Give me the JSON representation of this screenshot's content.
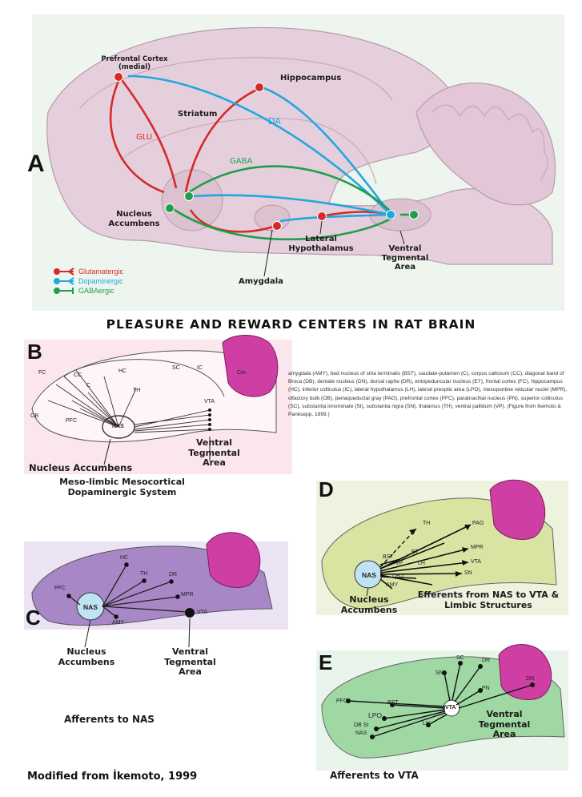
{
  "title": "PLEASURE AND REWARD CENTERS IN RAT BRAIN",
  "credit": "Modified from İkemoto, 1999",
  "colors": {
    "glutamatergic": "#d42a2a",
    "dopaminergic": "#1fa8df",
    "gabaergic": "#1f9e4c"
  },
  "panel_a": {
    "letter": "A",
    "labels": {
      "pfc": "Prefrontal Cortex\n(medial)",
      "hippocampus": "Hippocampus",
      "striatum": "Striatum",
      "da": "DA",
      "glu": "GLU",
      "gaba": "GABA",
      "nac": "Nucleus\nAccumbens",
      "lh": "Lateral\nHypothalamus",
      "amygdala": "Amygdala",
      "vta": "Ventral\nTegmental\nArea"
    },
    "legend": [
      "Glutamatergic",
      "Dopaminergic",
      "GABAergic"
    ]
  },
  "panel_b": {
    "letter": "B",
    "regions": [
      "FC",
      "CC",
      "C",
      "HC",
      "SC",
      "IC",
      "Cer.",
      "TH",
      "VTA",
      "OB",
      "PFC",
      "NAS"
    ],
    "label_nas": "Nucleus Accumbens",
    "label_vta": "Ventral\nTegmental\nArea",
    "subtitle": "Meso-limbic Mesocortical\nDopaminergic System"
  },
  "abbreviations": "amygdala (AMY), bed nucleus of stria terminalis (BST), caudate-putamen (C), corpus callosum (CC), diagonal band of Broca (DB), dentate nucleus (DN), dorsal raphe (DR), entopeduncular nucleus (ET), frontal cortex (FC), hippocampus (HC), inferior colliculus (IC), lateral hypothalamus (LH), lateral preoptic area (LPO), mesopontine reticular nuclei (MPR), olfactory bulb (OB), periaqueductal gray (PAG), prefrontal cortex (PFC), parabrachial nucleus (PN), superior colliculus (SC), substantia innominate (SI), substantia nigra (SN), thalamus (TH), ventral pallidum (VP). (Figure from Ikemoto & Panksepp, 1999.)",
  "panel_c": {
    "letter": "C",
    "regions": [
      "HC",
      "TH",
      "DR",
      "MPR",
      "VTA",
      "PFC",
      "NAS",
      "AMY"
    ],
    "label_nas": "Nucleus\nAccumbens",
    "label_vta": "Ventral\nTegmental\nArea",
    "caption": "Afferents to NAS"
  },
  "panel_d": {
    "letter": "D",
    "regions": [
      "TH",
      "PAG",
      "MPR",
      "BST",
      "ET",
      "VP",
      "LH",
      "VTA",
      "SN",
      "NAS",
      "LPO",
      "AMY"
    ],
    "label_nas": "Nucleus\nAccumbens",
    "caption": "Efferents from NAS to VTA &\nLimbic Structures"
  },
  "panel_e": {
    "letter": "E",
    "regions": [
      "SC",
      "DR",
      "SN",
      "PN",
      "DN",
      "PFC",
      "BST",
      "LPO",
      "DB SI",
      "NAS",
      "LH",
      "VTA"
    ],
    "label_vta": "Ventral\nTegmental\nArea",
    "caption": "Afferents to VTA"
  }
}
